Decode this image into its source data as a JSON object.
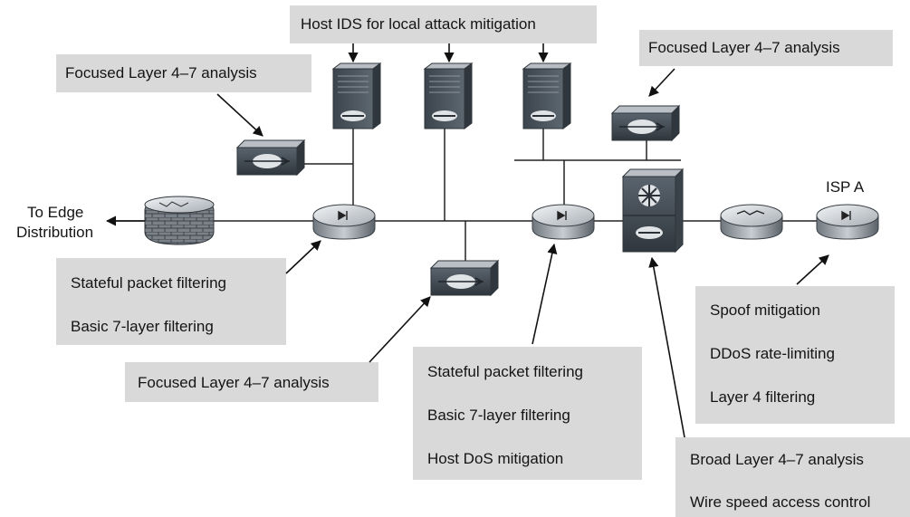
{
  "labels": {
    "host_ids": "Host IDS for local attack mitigation",
    "focused_top_left": "Focused Layer 4–7 analysis",
    "focused_top_right": "Focused Layer 4–7 analysis",
    "focused_bottom": "Focused Layer 4–7 analysis",
    "to_edge_line1": "To Edge",
    "to_edge_line2": "Distribution",
    "isp": "ISP A"
  },
  "boxes": {
    "left_filter": [
      "Stateful packet filtering",
      "Basic 7-layer filtering"
    ],
    "center_filter": [
      "Stateful packet filtering",
      "Basic 7-layer filtering",
      "Host DoS mitigation"
    ],
    "isp_filter": [
      "Spoof mitigation",
      "DDoS rate-limiting",
      "Layer 4 filtering"
    ],
    "broad": [
      "Broad Layer 4–7 analysis",
      "Wire speed access control"
    ]
  },
  "colors": {
    "box_fill": "#d9d9d9",
    "line": "#222222",
    "device_dark": "#4a5560",
    "device_light": "#c9ced3"
  }
}
